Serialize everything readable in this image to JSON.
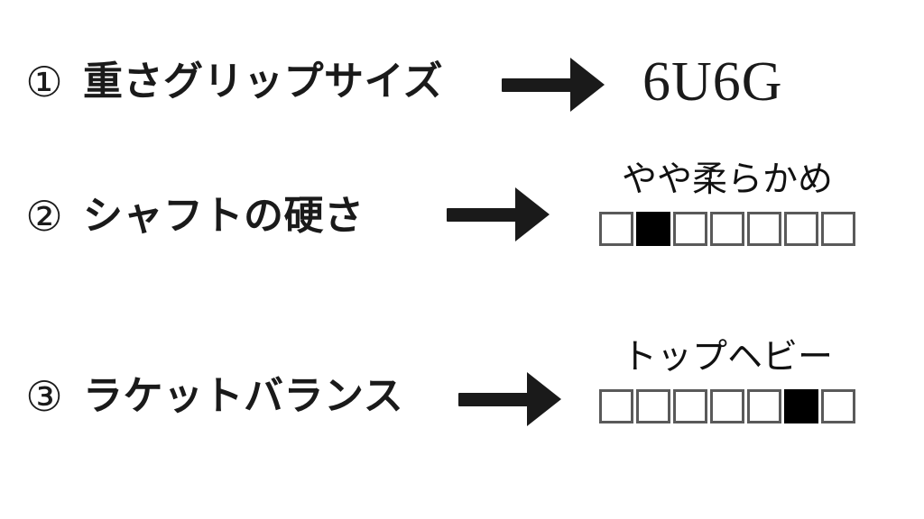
{
  "page": {
    "background_color": "#ffffff",
    "text_color": "#1a1a1a",
    "box_border_color": "#5a5a5a",
    "box_filled_color": "#000000"
  },
  "rows": [
    {
      "index_marker": "①",
      "label": "重さグリップサイズ",
      "arrow": "right-arrow",
      "value_type": "text",
      "value": "6U6G"
    },
    {
      "index_marker": "②",
      "label": "シャフトの硬さ",
      "arrow": "right-arrow",
      "value_type": "scale",
      "value": "やや柔らかめ",
      "scale": {
        "total": 7,
        "filled_index": 2,
        "cells": [
          "empty",
          "filled",
          "empty",
          "empty",
          "empty",
          "empty",
          "empty"
        ]
      }
    },
    {
      "index_marker": "③",
      "label": "ラケットバランス",
      "arrow": "right-arrow",
      "value_type": "scale",
      "value": "トップヘビー",
      "scale": {
        "total": 7,
        "filled_index": 6,
        "cells": [
          "empty",
          "empty",
          "empty",
          "empty",
          "empty",
          "filled",
          "empty"
        ]
      }
    }
  ]
}
